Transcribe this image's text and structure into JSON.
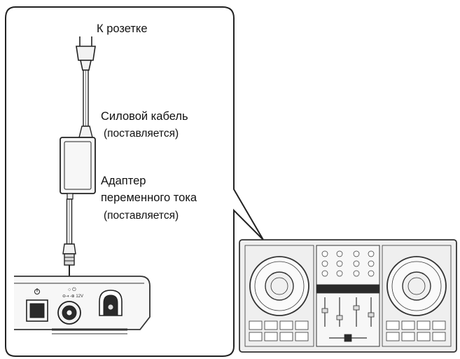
{
  "labels": {
    "outlet": "К розетке",
    "power_cord_title": "Силовой кабель",
    "power_cord_supplied": "(поставляется)",
    "adapter_title": "Адаптер",
    "adapter_subtitle": "переменного тока",
    "adapter_supplied": "(поставляется)"
  },
  "colors": {
    "line": "#222222",
    "panel_fill": "#f7f7f7",
    "panel_stroke": "#333333",
    "controller_fill": "#efefef"
  }
}
